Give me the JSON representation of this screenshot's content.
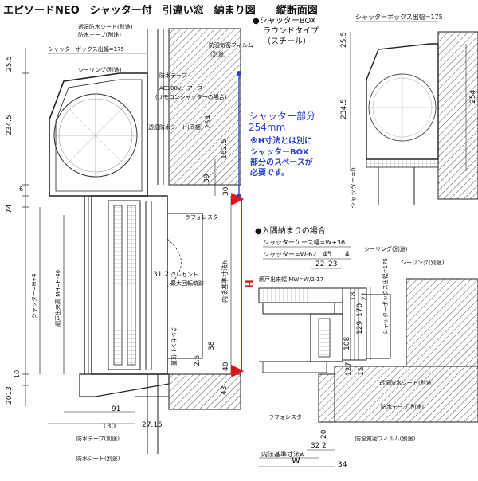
{
  "header": {
    "title": "エピソードNEO　シャッター付　引違い窓　納まり図　　縦断面図"
  },
  "colors": {
    "line": "#222222",
    "hatch": "#555555",
    "blue": "#2b40d8",
    "red": "#e0141e"
  },
  "main": {
    "box_labels": [
      "透湿防水シート(別途)",
      "防水テープ(別途)",
      "シャッターボックス出幅=175",
      "シーリング(別途)",
      "防水テープ",
      "AC100V、アース",
      "(リモコンシャッターの場合)",
      "防湿気密フィルム",
      "(別途)",
      "透湿防水シート(同梱)"
    ],
    "lower_labels": [
      "ラフォレスタ",
      "31.2",
      "クレセント",
      "最大回転軌跡",
      "クレセント位置",
      "防水テープ(別途)",
      "防水シート(別途)"
    ],
    "left_dims": [
      "25.5",
      "234.5",
      "6",
      "74",
      "10",
      "2013",
      "シャッター=H+4",
      "網戸出来高 MH=H-40"
    ],
    "right_dims": [
      "254",
      "162.5",
      "39",
      "30",
      "2.5",
      "38",
      "40",
      "43",
      "内法基準寸法h",
      "H"
    ],
    "bottom_dims": [
      "91",
      "130",
      "27.15"
    ],
    "blue_note": [
      "シャッター部分",
      "254mm"
    ],
    "blue_sub": [
      "※H寸法とは別に",
      "シャッターBOX",
      "部分のスペースが",
      "必要です。"
    ]
  },
  "box_detail": {
    "title": [
      "●シャッターBOX",
      "ラウンドタイプ",
      "（スチール）"
    ],
    "dims": [
      "シャッターボックス出幅=175",
      "25.5",
      "234.5",
      "254",
      "シャッター=h"
    ]
  },
  "inset": {
    "title": "●入隅納まりの場合",
    "top_dims": [
      "シャッターケース幅=W+36",
      "シャッター=W-62",
      "45",
      "4",
      "22",
      "23"
    ],
    "labels": [
      "シーリング(別途)",
      "シーリング(別途)",
      "網戸出来幅 MW=W/2-17",
      "シャッターボックス出幅=175",
      "透湿防水シート(別途)",
      "防水テープ(別途)",
      "ラフォレスタ",
      "防湿気密フィルム(別途)"
    ],
    "vert_dims": [
      "18",
      "21",
      "108",
      "129",
      "170",
      "127",
      "15"
    ],
    "bottom_dims": [
      "32",
      "2",
      "20",
      "内法基準寸法w",
      "W",
      "34"
    ]
  }
}
